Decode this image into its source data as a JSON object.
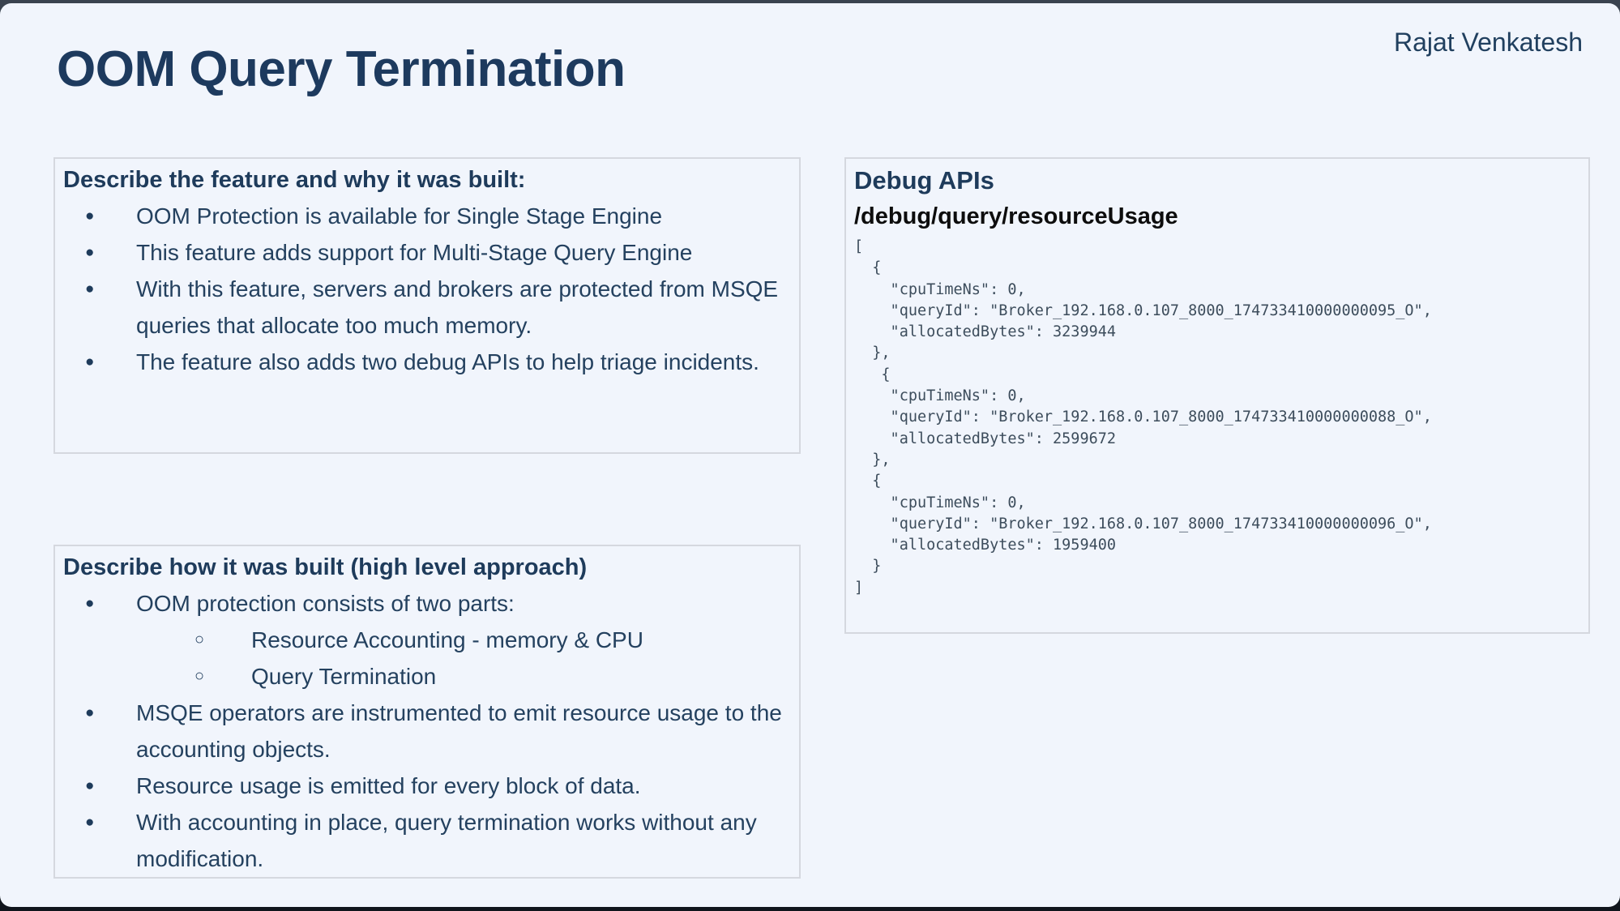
{
  "page": {
    "author": "Rajat Venkatesh",
    "title": "OOM Query Termination"
  },
  "colors": {
    "slide_background": "#f1f5fc",
    "text_navy": "#1e3b5b",
    "endpoint_black": "#0d0d0d",
    "code_gray": "#3d4d5c",
    "box_border": "#d5d8df",
    "frame_dark": "#1a212b"
  },
  "markers": {
    "bullet": "●",
    "sub_bullet": "○"
  },
  "feature_box": {
    "heading": "Describe the feature and why it was built:",
    "bullets": [
      {
        "text": "OOM Protection is available for Single Stage Engine"
      },
      {
        "text": "This feature adds support for Multi-Stage Query Engine"
      },
      {
        "text": "With this feature, servers and brokers are protected from MSQE queries that allocate too much memory."
      },
      {
        "text": "The feature also adds two debug APIs to help triage incidents."
      }
    ]
  },
  "approach_box": {
    "heading": "Describe how it was built (high level approach)",
    "bullets": [
      {
        "text": "OOM protection consists of two parts:",
        "subs": [
          "Resource Accounting - memory & CPU",
          "Query Termination"
        ]
      },
      {
        "text": "MSQE operators are instrumented to emit resource usage to the accounting objects."
      },
      {
        "text": "Resource usage is emitted for every block of data."
      },
      {
        "text": "With accounting in place, query termination works without any modification."
      }
    ]
  },
  "debug_box": {
    "heading": "Debug APIs",
    "endpoint": "/debug/query/resourceUsage",
    "code_lines": [
      "[",
      "  {",
      "    \"cpuTimeNs\": 0,",
      "    \"queryId\": \"Broker_192.168.0.107_8000_174733410000000095_O\",",
      "    \"allocatedBytes\": 3239944",
      "  },",
      "   {",
      "    \"cpuTimeNs\": 0,",
      "    \"queryId\": \"Broker_192.168.0.107_8000_174733410000000088_O\",",
      "    \"allocatedBytes\": 2599672",
      "  },",
      "  {",
      "    \"cpuTimeNs\": 0,",
      "    \"queryId\": \"Broker_192.168.0.107_8000_174733410000000096_O\",",
      "    \"allocatedBytes\": 1959400",
      "  }",
      "]"
    ]
  }
}
